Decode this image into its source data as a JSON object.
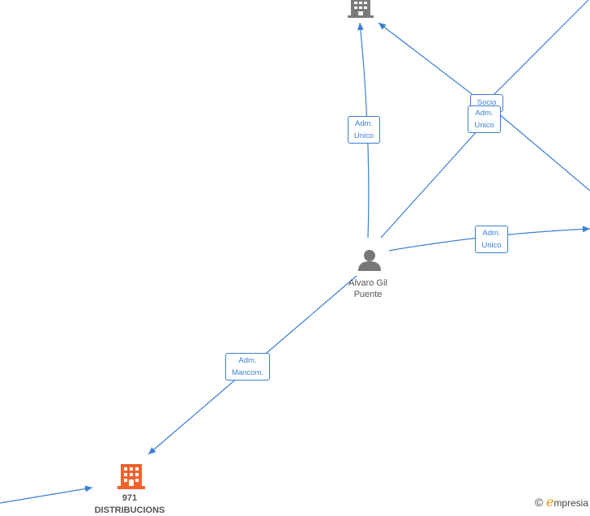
{
  "nodes": {
    "person": {
      "name_line1": "Alvaro Gil",
      "name_line2": "Puente"
    },
    "company_main": {
      "name_line1": "971",
      "name_line2": "DISTRIBUCIONS"
    }
  },
  "edges": [
    {
      "label_line1": "Adm.",
      "label_line2": "Unico"
    },
    {
      "label_line1": "Socio",
      "label_line2": ""
    },
    {
      "label_line1": "Adm.",
      "label_line2": "Unico"
    },
    {
      "label_line1": "Adm.",
      "label_line2": "Unico"
    },
    {
      "label_line1": "Adm.",
      "label_line2": "Mancom."
    }
  ],
  "brand": {
    "copyright": "©",
    "e": "e",
    "rest": "mpresia"
  },
  "colors": {
    "edge": "#3a7fd5",
    "company_highlight": "#f0622d",
    "company_gray": "#7a7a7a",
    "person": "#777777"
  }
}
